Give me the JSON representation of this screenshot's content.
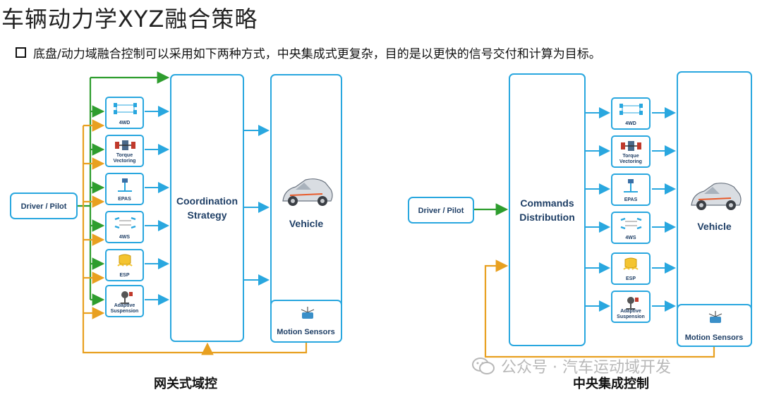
{
  "title": "车辆动力学XYZ融合策略",
  "bullet_text": "底盘/动力域融合控制可以采用如下两种方式，中央集成式更复杂，目的是以更快的信号交付和计算为目标。",
  "left": {
    "driver": "Driver / Pilot",
    "coordinator": "Coordination\nStrategy",
    "vehicle": "Vehicle",
    "sensors": "Motion Sensors",
    "caption": "网关式域控"
  },
  "right": {
    "driver": "Driver / Pilot",
    "coordinator": "Commands\nDistribution",
    "vehicle": "Vehicle",
    "sensors": "Motion Sensors",
    "caption": "中央集成控制"
  },
  "subsystems": [
    "4WD",
    "Torque\nVectoring",
    "EPAS",
    "4WS",
    "ESP",
    "Adaptive\nSuspension"
  ],
  "watermark": "公众号 · 汽车运动域开发",
  "colors": {
    "box": "#29a7df",
    "green": "#2e9d2e",
    "orange": "#e8a020",
    "arrow": "#29a7df",
    "label": "#1f3f66"
  }
}
